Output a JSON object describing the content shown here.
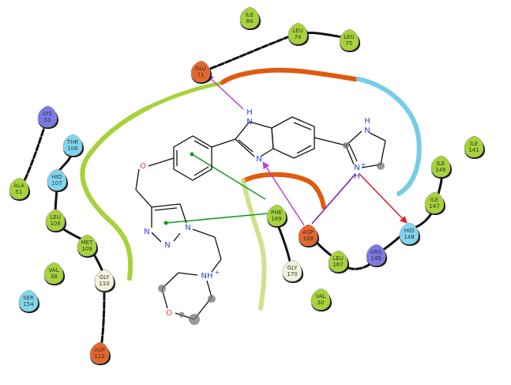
{
  "colors": {
    "hydrophobic": "#a6d23a",
    "polar": "#7fd6ef",
    "negative": "#e4662c",
    "positive": "#7b79e6",
    "glycine": "#f2f2dc",
    "pocket_green": "#a6d23a",
    "pocket_orange": "#e05a10",
    "pocket_cyan": "#75cde6",
    "nitrogen": "#2a3fd6",
    "oxygen": "#e0402a",
    "hbond_sidechain": "#c23fd6",
    "salt_bridge": "#e01a2a",
    "pi_stacking": "#139a20"
  },
  "residues": [
    {
      "id": "ILE84",
      "name": "ILE",
      "num": "84",
      "type": "hydrophobic"
    },
    {
      "id": "LEU74",
      "name": "LEU",
      "num": "74",
      "type": "hydrophobic"
    },
    {
      "id": "LEU75",
      "name": "LEU",
      "num": "75",
      "type": "hydrophobic"
    },
    {
      "id": "GLU71",
      "name": "GLU",
      "num": "71",
      "type": "negative"
    },
    {
      "id": "LYS53",
      "name": "LYS",
      "num": "53",
      "type": "positive"
    },
    {
      "id": "THR106",
      "name": "THR",
      "num": "106",
      "type": "polar"
    },
    {
      "id": "HID107",
      "name": "HID",
      "num": "107",
      "type": "polar"
    },
    {
      "id": "ALA51",
      "name": "ALA",
      "num": "51",
      "type": "hydrophobic"
    },
    {
      "id": "LEU108",
      "name": "LEU",
      "num": "108",
      "type": "hydrophobic"
    },
    {
      "id": "MET109",
      "name": "MET",
      "num": "109",
      "type": "hydrophobic"
    },
    {
      "id": "VAL38",
      "name": "VAL",
      "num": "38",
      "type": "hydrophobic"
    },
    {
      "id": "GLY110",
      "name": "GLY",
      "num": "110",
      "type": "glycine"
    },
    {
      "id": "SER154",
      "name": "SER",
      "num": "154",
      "type": "polar"
    },
    {
      "id": "ASP112",
      "name": "ASP",
      "num": "112",
      "type": "negative"
    },
    {
      "id": "PHE169",
      "name": "PHE",
      "num": "169",
      "type": "hydrophobic"
    },
    {
      "id": "ASP168",
      "name": "ASP",
      "num": "168",
      "type": "negative"
    },
    {
      "id": "LEU167",
      "name": "LEU",
      "num": "167",
      "type": "hydrophobic"
    },
    {
      "id": "GLY170",
      "name": "GLY",
      "num": "170",
      "type": "glycine"
    },
    {
      "id": "VAL30",
      "name": "VAL",
      "num": "30",
      "type": "hydrophobic"
    },
    {
      "id": "ILE141",
      "name": "ILE",
      "num": "141",
      "type": "hydrophobic"
    },
    {
      "id": "ILE146",
      "name": "ILE",
      "num": "146",
      "type": "hydrophobic"
    },
    {
      "id": "ILE147",
      "name": "ILE",
      "num": "147",
      "type": "hydrophobic"
    },
    {
      "id": "HID148",
      "name": "HID",
      "num": "148",
      "type": "polar"
    },
    {
      "id": "ARG149",
      "name": "ARG",
      "num": "149",
      "type": "positive"
    }
  ],
  "atoms": {
    "benzimidazole_nh": "H",
    "benzimidazole_n1": "N",
    "benzimidazole_n3": "N",
    "imidazoline_nh": "H",
    "imidazoline_n": "N",
    "imidazoline_nh_plus": "N",
    "imidazoline_h_plus": "H",
    "imidazoline_charge": "+",
    "ether_o": "O",
    "triazole_n1": "N",
    "triazole_n2": "N",
    "triazole_n3": "N",
    "morpholine_nh": "NH",
    "morpholine_charge": "+",
    "morpholine_o": "O"
  }
}
